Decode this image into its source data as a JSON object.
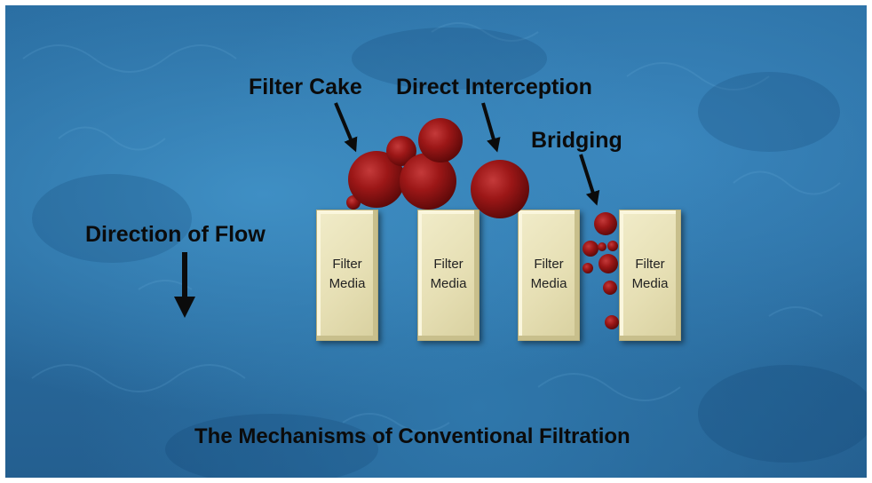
{
  "labels": {
    "filter_cake": "Filter Cake",
    "direct_interception": "Direct Interception",
    "bridging": "Bridging",
    "direction_of_flow": "Direction of Flow",
    "title": "The Mechanisms of Conventional Filtration"
  },
  "filter_media": [
    {
      "label": "Filter\nMedia"
    },
    {
      "label": "Filter\nMedia"
    },
    {
      "label": "Filter\nMedia"
    },
    {
      "label": "Filter\nMedia"
    }
  ],
  "colors": {
    "background": "#2b6fa3",
    "particle": "#8e1414",
    "media": "#ece6bf",
    "text": "#0b0b0b"
  }
}
